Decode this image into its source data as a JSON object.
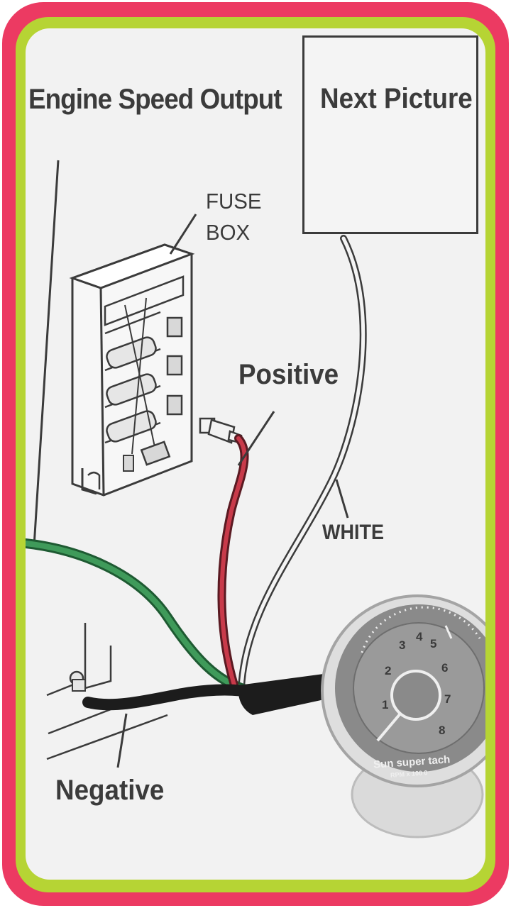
{
  "labels": {
    "engine_speed_output": "Engine Speed Output",
    "fuse_line1": "FUSE",
    "fuse_line2": "BOX",
    "positive": "Positive",
    "white": "WHITE",
    "negative": "Negative"
  },
  "next_button": {
    "label": "Next Picture"
  },
  "tachometer": {
    "dial_numbers": [
      "1",
      "2",
      "3",
      "4",
      "5",
      "6",
      "7",
      "8"
    ],
    "brand": "Sun super tach",
    "scale": "RPM x 100 0"
  },
  "colors": {
    "frame_outer": "#ec3a62",
    "frame_inner": "#b6d434",
    "wire_green": "#3f9a5a",
    "wire_red": "#c83a4a",
    "wire_black": "#1c1c1c",
    "line_dark": "#3b3b3b"
  }
}
